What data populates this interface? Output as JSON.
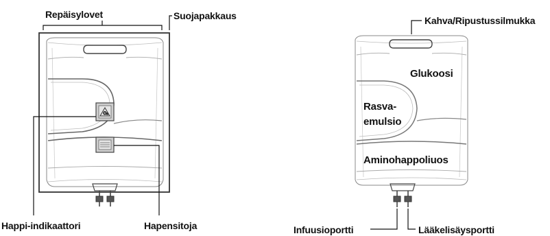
{
  "left_bag": {
    "labels": {
      "tear_notches": "Repäisylovet",
      "overpouch": "Suojapakkaus",
      "oxygen_indicator": "Happi-indikaattori",
      "oxygen_absorber": "Hapensitoja"
    }
  },
  "right_bag": {
    "labels": {
      "handle": "Kahva/Ripustussilmukka",
      "glucose": "Glukoosi",
      "lipid_line1": "Rasva-",
      "lipid_line2": "emulsio",
      "amino": "Aminohappoliuos",
      "infusion_port": "Infuusioportti",
      "additive_port": "Lääkelisäysportti"
    }
  }
}
